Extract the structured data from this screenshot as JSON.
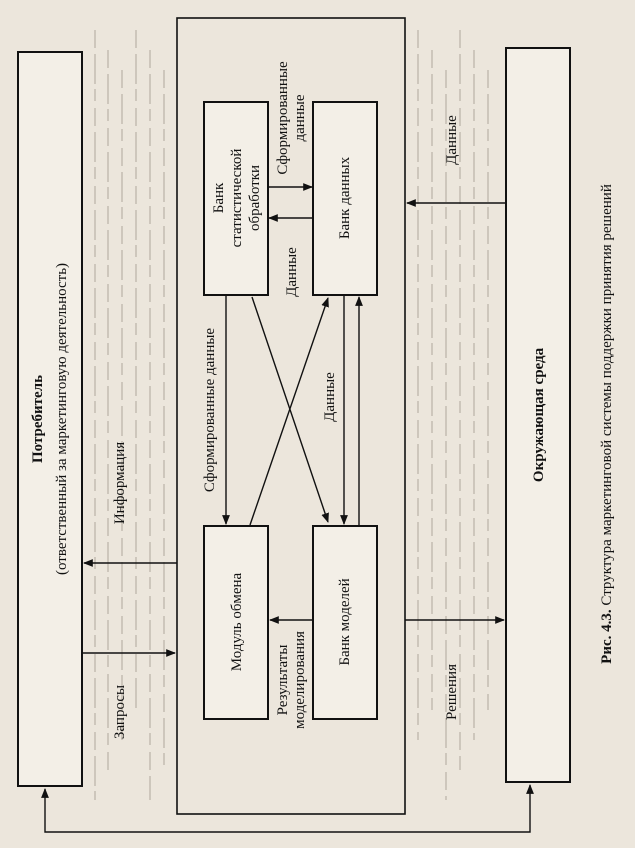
{
  "consumer": {
    "title": "Потребитель",
    "subtitle": "(ответственный за маркетинговую деятельность)"
  },
  "environment": {
    "title": "Окружающая среда"
  },
  "blocks": {
    "stat_bank": [
      "Банк",
      "статистической",
      "обработки"
    ],
    "data_bank": "Банк данных",
    "exchange_module": "Модуль обмена",
    "model_bank": "Банк моделей"
  },
  "labels": {
    "formed_data_top": [
      "Сформированные",
      "данные"
    ],
    "data_mid": "Данные",
    "formed_data_left": "Сформированные данные",
    "data_center": "Данные",
    "data_env": "Данные",
    "information": "Информация",
    "requests": "Запросы",
    "results": [
      "Результаты",
      "моделирования"
    ],
    "decisions": "Решения"
  },
  "caption": {
    "number": "Рис. 4.3.",
    "text": " Структура маркетинговой системы поддержки принятия решений"
  }
}
